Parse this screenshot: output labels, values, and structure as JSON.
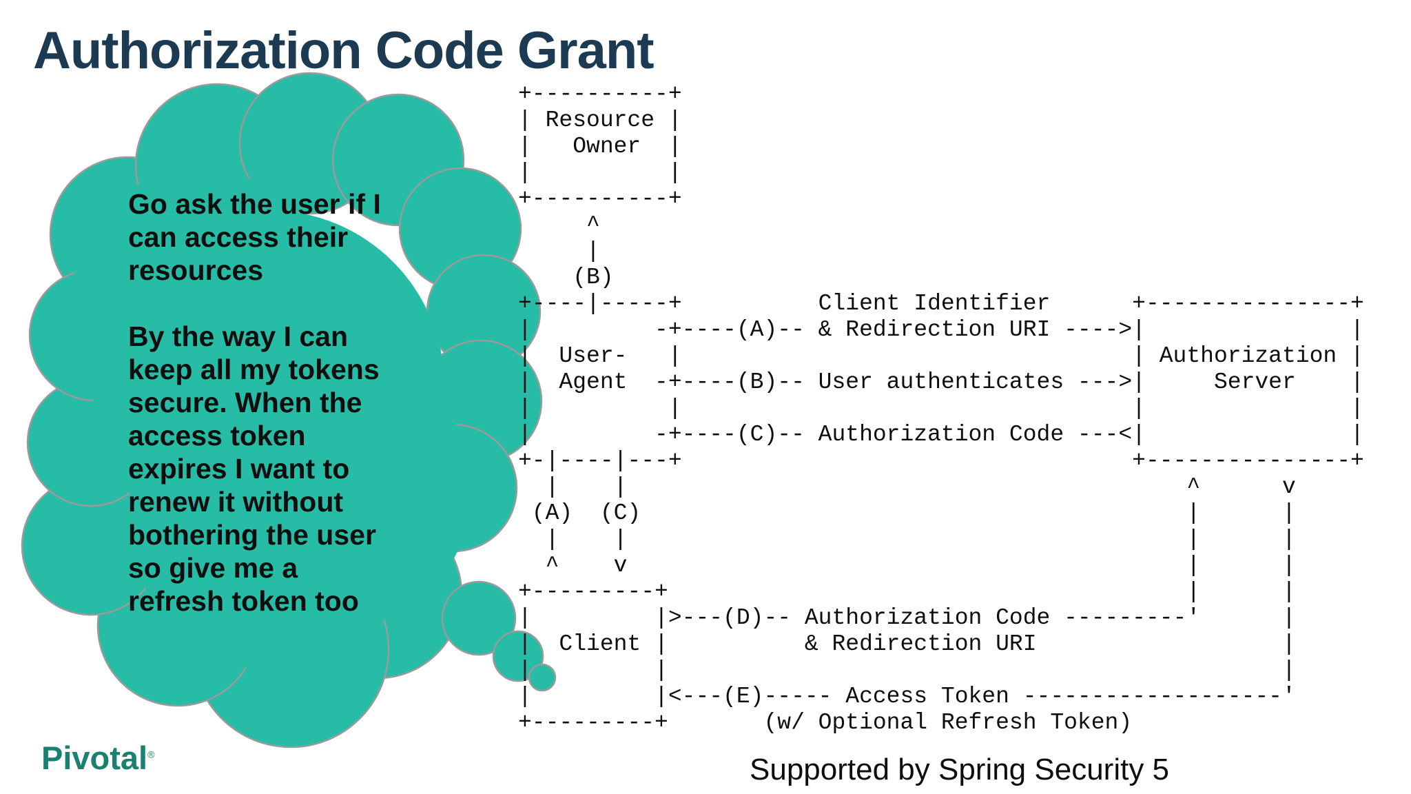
{
  "slide": {
    "title": "Authorization Code Grant",
    "footer_note": "Supported by Spring Security 5"
  },
  "brand": {
    "logo_text": "Pivotal",
    "registered_mark": "®"
  },
  "thought_bubble": {
    "text": "Go ask the user if I\ncan access their\nresources\n\nBy the way I can\nkeep all my tokens\nsecure. When the\naccess token\nexpires I want to\nrenew it without\nbothering the user\nso give me a\nrefresh token too",
    "fill_color": "#26BCA5",
    "outline_color": "#9B9B9B"
  },
  "diagram": {
    "ascii": "+----------+\n| Resource |\n|   Owner  |\n|          |\n+----------+\n     ^\n     |\n    (B)\n+----|-----+          Client Identifier      +---------------+\n|         -+----(A)-- & Redirection URI ---->|               |\n|  User-   |                                 | Authorization |\n|  Agent  -+----(B)-- User authenticates --->|     Server    |\n|          |                                 |               |\n|         -+----(C)-- Authorization Code ---<|               |\n+-|----|---+                                 +---------------+\n  |    |                                         ^      v\n (A)  (C)                                        |      |\n  |    |                                         |      |\n  ^    v                                         |      |\n+---------+                                      |      |\n|         |>---(D)-- Authorization Code ---------'      |\n|  Client |          & Redirection URI                  |\n|         |                                             |\n|         |<---(E)----- Access Token -------------------'\n+---------+       (w/ Optional Refresh Token)",
    "actors": [
      "Resource Owner",
      "User-Agent",
      "Client",
      "Authorization Server"
    ],
    "steps": [
      {
        "label": "(A)",
        "description": "Client Identifier & Redirection URI"
      },
      {
        "label": "(B)",
        "description": "User authenticates"
      },
      {
        "label": "(C)",
        "description": "Authorization Code"
      },
      {
        "label": "(D)",
        "description": "Authorization Code & Redirection URI"
      },
      {
        "label": "(E)",
        "description": "Access Token (w/ Optional Refresh Token)"
      }
    ]
  },
  "colors": {
    "title": "#1C3B53",
    "bubble_fill": "#26BCA5",
    "bubble_outline": "#9B9B9B",
    "logo": "#1A8170",
    "text": "#0E0E0E"
  }
}
